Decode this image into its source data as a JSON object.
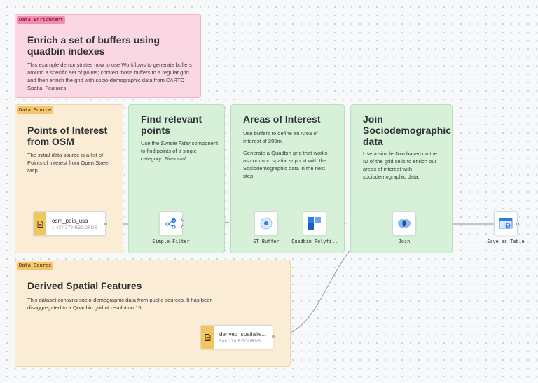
{
  "groups": {
    "enrichment": {
      "tag": "Data Enrichment",
      "title": "Enrich a set of buffers using quadbin indexes",
      "desc": "This example demonstrates how to use Workflows to generate buffers around a specific set of points; convert those buffers to a regular grid and then enrich the grid with socio-demographic data from CARTO Spatial Features."
    },
    "poi": {
      "tag": "Data Source",
      "title": "Points of Interest from OSM",
      "desc": "The initial data source is a list of Points of Interest from Open Street Map."
    },
    "find": {
      "title": "Find relevant points",
      "desc_pre": "Use the ",
      "desc_em1": "Simple Filter",
      "desc_mid": " component to find points of a single category: ",
      "desc_em2": "Financial"
    },
    "areas": {
      "title": "Areas of Interest",
      "desc1": "Use buffers to define an Area of Interest of 200m.",
      "desc2": "Generate a Quadbin grid that works as common spatial support with the Sociodemographic data in the next step."
    },
    "join": {
      "title": "Join Sociodemographic data",
      "desc": "Use a simple Join based on the ID of the grid cells to enrich our areas of interest with sociodemographic data."
    },
    "derived": {
      "tag": "Data Source",
      "title": "Derived Spatial Features",
      "desc": "This dataset contains socio-demographic data from public sources. It has been disaggregated to a Quadbin grid of resolution 15."
    }
  },
  "sources": {
    "osm": {
      "name": "osm_pois_usa",
      "count": "1,437,379 RECORDS",
      "icon": "file-icon"
    },
    "derived": {
      "name": "derived_spatialfe...",
      "count": "588,170 RECORDS",
      "icon": "file-icon"
    }
  },
  "nodes": {
    "filter": {
      "label": "Simple Filter",
      "icon": "filter-icon"
    },
    "buffer": {
      "label": "ST Buffer",
      "icon": "buffer-icon"
    },
    "polyfill": {
      "label": "Quadbin Polyfill",
      "icon": "quadbin-icon"
    },
    "join": {
      "label": "Join",
      "icon": "join-icon"
    },
    "save": {
      "label": "Save as Table",
      "icon": "save-table-icon"
    }
  },
  "colors": {
    "pink_group": "#fbd7e3",
    "orange_group": "#fbecd6",
    "green_group": "#d6f1d8",
    "source_accent": "#f2c55f",
    "blue_accent": "#2f7de1"
  }
}
